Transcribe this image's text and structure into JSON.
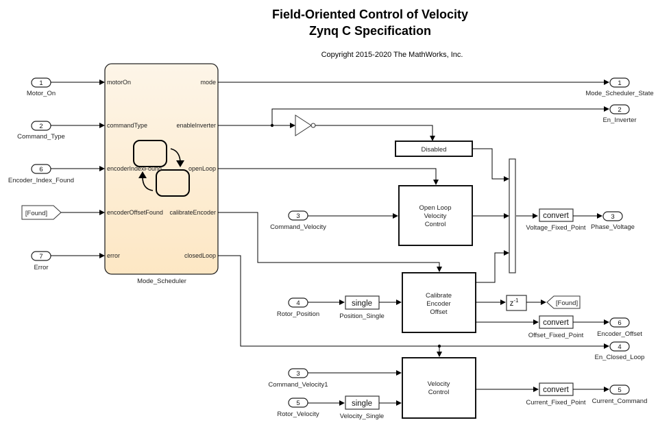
{
  "header": {
    "title_line1": "Field-Oriented Control of Velocity",
    "title_line2": "Zynq C Specification",
    "copyright": "Copyright 2015-2020 The MathWorks, Inc."
  },
  "inports": [
    {
      "num": "1",
      "name": "Motor_On"
    },
    {
      "num": "2",
      "name": "Command_Type"
    },
    {
      "num": "6",
      "name": "Encoder_Index_Found"
    },
    {
      "num": "7",
      "name": "Error"
    },
    {
      "num": "3",
      "name": "Command_Velocity"
    },
    {
      "num": "4",
      "name": "Rotor_Position"
    },
    {
      "num": "3",
      "name": "Command_Velocity1"
    },
    {
      "num": "5",
      "name": "Rotor_Velocity"
    }
  ],
  "goto_from": {
    "from_tag": "[Found]",
    "goto_tag": "[Found]"
  },
  "mode_scheduler": {
    "name": "Mode_Scheduler",
    "inputs": [
      "motorOn",
      "commandType",
      "encoderIndexFound",
      "encoderOffsetFound",
      "error"
    ],
    "outputs": [
      "mode",
      "enableInverter",
      "openLoop",
      "calibrateEncoder",
      "closedLoop"
    ],
    "fill_top": "#fdf3e3",
    "fill_bottom": "#fde9c8"
  },
  "blocks": {
    "disabled": "Disabled",
    "open_loop": [
      "Open Loop",
      "Velocity",
      "Control"
    ],
    "calibrate": [
      "Calibrate",
      "Encoder",
      "Offset"
    ],
    "velocity": [
      "Velocity",
      "Control"
    ],
    "unit_delay": {
      "base": "z",
      "exp": "-1"
    },
    "position_single": {
      "text": "single",
      "name": "Position_Single"
    },
    "velocity_single": {
      "text": "single",
      "name": "Velocity_Single"
    },
    "voltage_convert": {
      "text": "convert",
      "name": "Voltage_Fixed_Point"
    },
    "offset_convert": {
      "text": "convert",
      "name": "Offset_Fixed_Point"
    },
    "current_convert": {
      "text": "convert",
      "name": "Current_Fixed_Point"
    }
  },
  "outports": [
    {
      "num": "1",
      "name": "Mode_Scheduler_State"
    },
    {
      "num": "2",
      "name": "En_Inverter"
    },
    {
      "num": "3",
      "name": "Phase_Voltage"
    },
    {
      "num": "6",
      "name": "Encoder_Offset"
    },
    {
      "num": "4",
      "name": "En_Closed_Loop"
    },
    {
      "num": "5",
      "name": "Current_Command"
    }
  ]
}
